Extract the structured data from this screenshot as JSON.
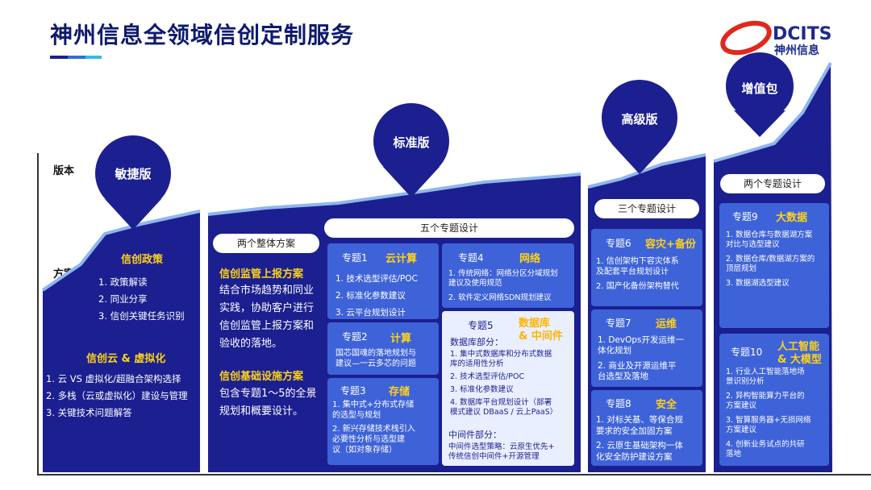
{
  "title": "神州信息全领域信创定制服务",
  "logo": {
    "text": "DCITS",
    "sub": "神州信息"
  },
  "rows": {
    "version": "版本",
    "plan": "方案"
  },
  "tiers": {
    "agile": {
      "label": "敏捷版",
      "heading1": "信创政策",
      "items1": [
        "1. 政策解读",
        "2. 同业分享",
        "3. 信创关键任务识别"
      ],
      "heading2": "信创云 & 虚拟化",
      "items2": [
        "1. 云 VS 虚拟化/超融合架构选择",
        "2. 多栈（云或虚拟化）建设与管理",
        "3. 关键技术问题解答"
      ]
    },
    "standard": {
      "label": "标准版",
      "pill_overall": "两个整体方案",
      "pill_topics": "五个专题设计",
      "plan1_title": "信创监管上报方案",
      "plan1_body": [
        "结合市场趋势和同业",
        "实践，协助客户进行",
        "信创监管上报方案和",
        "验收的落地。"
      ],
      "plan2_title": "信创基础设施方案",
      "plan2_body": [
        "包含专题1～5的全景",
        "规划和概要设计。"
      ],
      "t1": {
        "num": "专题1",
        "name": "云计算",
        "items": [
          "1.   技术选型评估/POC",
          "2.   标准化参数建议",
          "3.   云平台规划设计"
        ]
      },
      "t2": {
        "num": "专题2",
        "name": "计算",
        "items": [
          "国芯国魂的落地规划与",
          "建议—一云多芯的问题"
        ]
      },
      "t3": {
        "num": "专题3",
        "name": "存储",
        "items": [
          "1.   集中式+分布式存储",
          "      的选型与规划",
          "2.   新兴存储技术栈引入",
          "      必要性分析与选型建",
          "      议（如对象存储）"
        ]
      },
      "t4": {
        "num": "专题4",
        "name": "网络",
        "items": [
          "1.   传统网络：网络分区分域规划",
          "      建议及使用规范",
          "2.   软件定义网络SDN规划建议"
        ]
      },
      "t5": {
        "num": "专题5",
        "name": "数据库",
        "name2": "& 中间件",
        "sub1": "数据库部分：",
        "items": [
          "1.   集中式数据库和分布式数据",
          "      库的适用性分析",
          "2.   技术选型评估/POC",
          "3.   标准化参数建议",
          "4.   数据库平台规划设计（部署",
          "      模式建议 DBaaS / 云上PaaS）"
        ],
        "sub2": "中间件部分：",
        "mid": [
          "中间件选型策略：云原生优先+",
          "传统信创中间件+开源管理"
        ]
      }
    },
    "advanced": {
      "label": "高级版",
      "pill": "三个专题设计",
      "t6": {
        "num": "专题6",
        "name": "容灾+备份",
        "items": [
          "1.   信创架构下容灾体系",
          "      及配套平台规划设计",
          "2.   国产化备份架构替代"
        ]
      },
      "t7": {
        "num": "专题7",
        "name": "运维",
        "items": [
          "1.   DevOps开发运维一",
          "      体化规划",
          "2.   商业及开源运维平",
          "      台选型及落地"
        ]
      },
      "t8": {
        "num": "专题8",
        "name": "安全",
        "items": [
          "1.   对标关基、等保合规",
          "      要求的安全加固方案",
          "2.   云原生基础架构一体",
          "      化安全防护建设方案"
        ]
      }
    },
    "addon": {
      "label": "增值包",
      "pill": "两个专题设计",
      "t9": {
        "num": "专题9",
        "name": "大数据",
        "items": [
          "1.   数据仓库与数据湖方案",
          "      对比与选型建议",
          "2.   数据仓库/数据湖方案的",
          "      顶层规划",
          "3.   数据湖选型建议"
        ]
      },
      "t10": {
        "num": "专题10",
        "name": "人工智能",
        "name2": "& 大模型",
        "items": [
          "1.   行业人工智能落地场",
          "      景识别分析",
          "2.   异构智能算力平台的",
          "      方案建议",
          "3.   智算服务器+无损网络",
          "      方案建议",
          "4.   创新业务试点的共研",
          "      落地"
        ]
      }
    }
  },
  "colors": {
    "navy": "#1b1f8f",
    "blue": "#3e63d8",
    "accent": "#ffd21a",
    "title": "#0d1a6e"
  }
}
